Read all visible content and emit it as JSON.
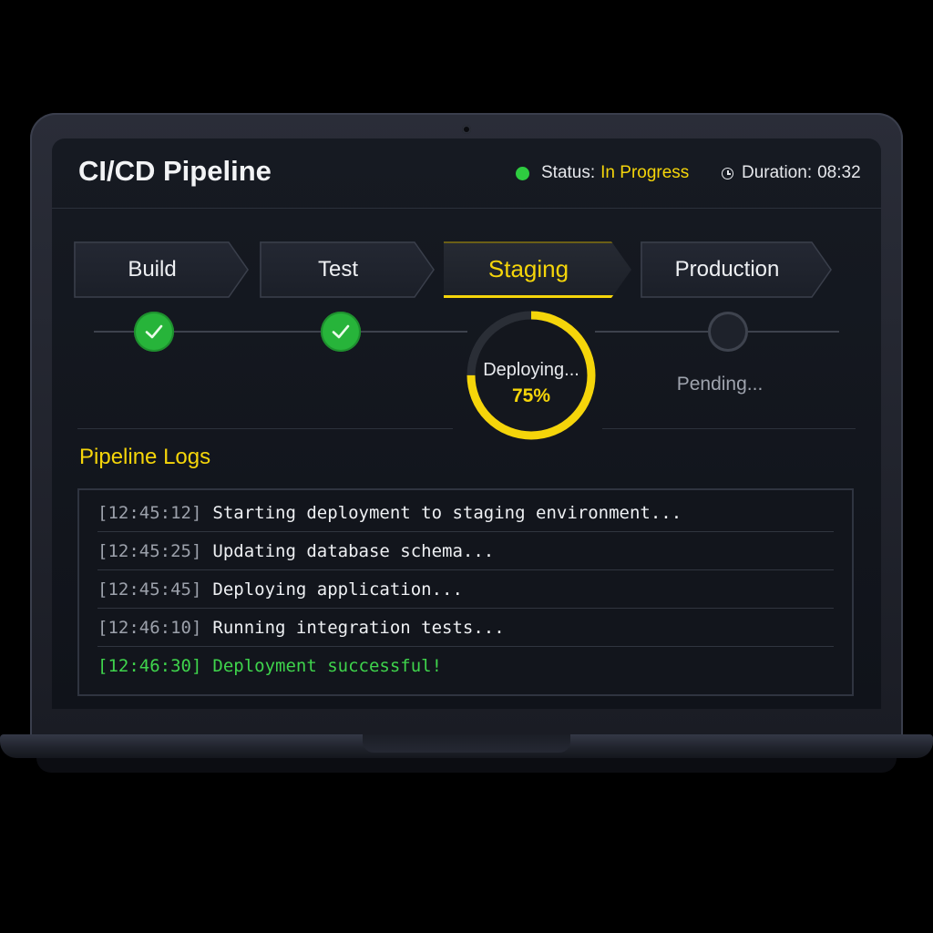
{
  "header": {
    "title": "CI/CD Pipeline",
    "status_label": "Status:",
    "status_value": "In Progress",
    "duration_label": "Duration:",
    "duration_value": "08:32"
  },
  "colors": {
    "accent": "#f5d50a",
    "success": "#27b43a",
    "status_dot": "#2ecc40",
    "log_success": "#3fd44c"
  },
  "stages": [
    {
      "label": "Build",
      "state": "done"
    },
    {
      "label": "Test",
      "state": "done"
    },
    {
      "label": "Staging",
      "state": "active",
      "progress_text": "Deploying...",
      "progress_value": "75%",
      "progress_fraction": 0.75
    },
    {
      "label": "Production",
      "state": "pending",
      "pending_text": "Pending..."
    }
  ],
  "logs": {
    "title": "Pipeline Logs",
    "lines": [
      {
        "time": "[12:45:12]",
        "message": "Starting deployment to staging environment...",
        "type": "info"
      },
      {
        "time": "[12:45:25]",
        "message": "Updating database schema...",
        "type": "info"
      },
      {
        "time": "[12:45:45]",
        "message": "Deploying application...",
        "type": "info"
      },
      {
        "time": "[12:46:10]",
        "message": "Running integration tests...",
        "type": "info"
      },
      {
        "time": "[12:46:30]",
        "message": "Deployment successful!",
        "type": "success"
      }
    ]
  },
  "icons": {
    "done": "check-icon",
    "pending": "empty-circle-icon",
    "duration": "clock-icon",
    "status": "status-dot-icon"
  }
}
